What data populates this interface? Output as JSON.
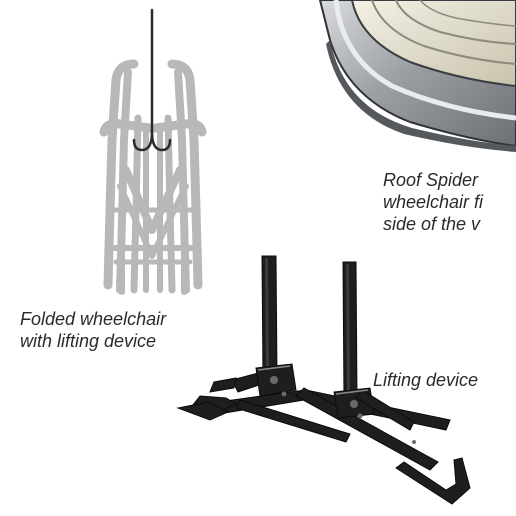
{
  "captions": {
    "roof_spider": {
      "line1": "Roof Spider",
      "line2": "wheelchair fi",
      "line3": "side of the v"
    },
    "folded_wheelchair": {
      "line1": "Folded wheelchair",
      "line2": "with lifting device"
    },
    "lifting_device": {
      "line1": "Lifting device"
    }
  },
  "icons": {
    "roof_box": "roof-box-illustration",
    "folded_wheelchair": "folded-wheelchair-illustration",
    "lifting_device": "lifting-device-photo"
  },
  "colors": {
    "wheelchair_gray": "#b8b8b8",
    "wheelchair_hook": "#2b2b2b",
    "roof_box_gray": "#8f9296",
    "device_black": "#1e1e1e",
    "caption_text": "#2a2a2a"
  }
}
